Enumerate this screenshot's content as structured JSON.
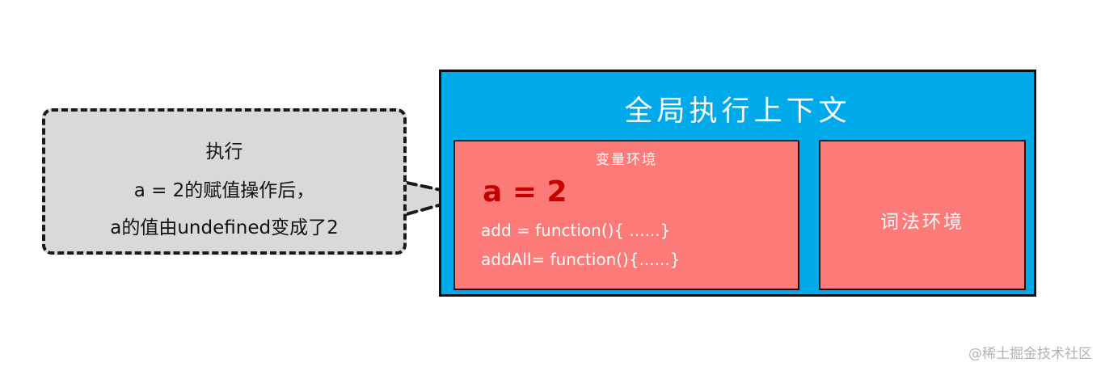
{
  "callout": {
    "title": "执行",
    "line1": "a = 2的赋值操作后，",
    "line2": "a的值由undefined变成了2"
  },
  "global_context": {
    "title": "全局执行上下文",
    "variable_environment": {
      "title": "变量环境",
      "highlight": "a = 2",
      "entries": [
        "add = function(){ ......}",
        "addAll= function(){......}"
      ]
    },
    "lexical_environment": {
      "title": "词法环境"
    }
  },
  "watermark": "@稀土掘金技术社区",
  "colors": {
    "global_bg": "#00a9ea",
    "env_bg": "#fc7b78",
    "callout_bg": "#d9d9d9",
    "highlight": "#c40000"
  }
}
